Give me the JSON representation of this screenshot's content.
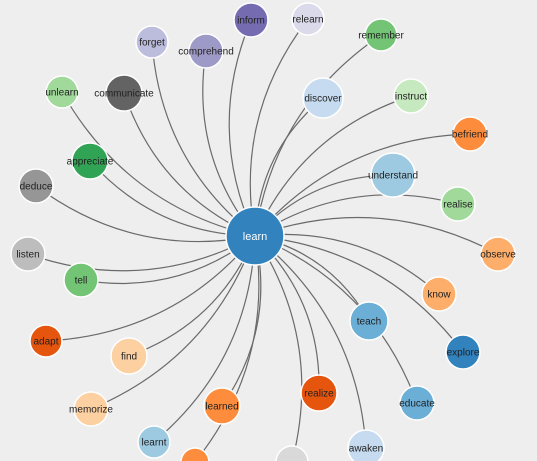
{
  "diagram": {
    "center": {
      "label": "learn",
      "color": "#3182bd"
    },
    "nodes": [
      {
        "label": "inform",
        "color": "#756bb1"
      },
      {
        "label": "relearn",
        "color": "#dadaeb"
      },
      {
        "label": "forget",
        "color": "#bcbddc"
      },
      {
        "label": "comprehend",
        "color": "#9e9ac8"
      },
      {
        "label": "remember",
        "color": "#74c476"
      },
      {
        "label": "unlearn",
        "color": "#a1d99b"
      },
      {
        "label": "communicate",
        "color": "#636363"
      },
      {
        "label": "discover",
        "color": "#c6dbef"
      },
      {
        "label": "instruct",
        "color": "#c7e9c0"
      },
      {
        "label": "befriend",
        "color": "#fd8d3c"
      },
      {
        "label": "appreciate",
        "color": "#31a354"
      },
      {
        "label": "understand",
        "color": "#9ecae1"
      },
      {
        "label": "deduce",
        "color": "#969696"
      },
      {
        "label": "realise",
        "color": "#a1d99b"
      },
      {
        "label": "listen",
        "color": "#bdbdbd"
      },
      {
        "label": "observe",
        "color": "#fdae6b"
      },
      {
        "label": "tell",
        "color": "#74c476"
      },
      {
        "label": "know",
        "color": "#fdae6b"
      },
      {
        "label": "teach",
        "color": "#6baed6"
      },
      {
        "label": "adapt",
        "color": "#e6550d"
      },
      {
        "label": "explore",
        "color": "#3182bd"
      },
      {
        "label": "find",
        "color": "#fdd0a2"
      },
      {
        "label": "realize",
        "color": "#e6550d"
      },
      {
        "label": "educate",
        "color": "#6baed6"
      },
      {
        "label": "memorize",
        "color": "#fdd0a2"
      },
      {
        "label": "learned",
        "color": "#fd8d3c"
      },
      {
        "label": "learnt",
        "color": "#9ecae1"
      },
      {
        "label": "awaken",
        "color": "#c6dbef"
      },
      {
        "label": "",
        "color": "#d9d9d9"
      },
      {
        "label": "",
        "color": "#fd8d3c"
      }
    ]
  }
}
